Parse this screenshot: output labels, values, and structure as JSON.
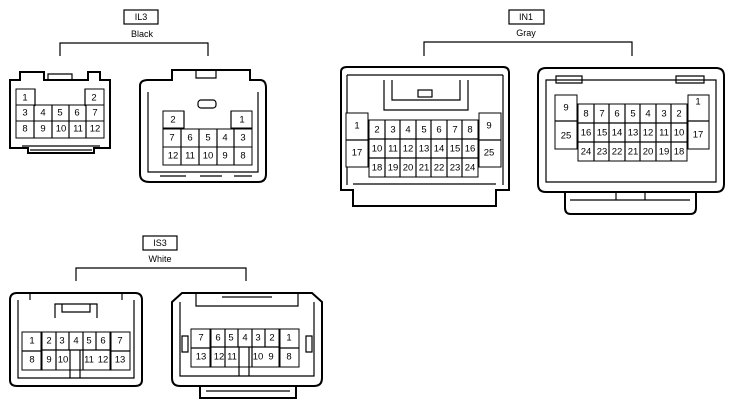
{
  "connectors": [
    {
      "id": "il3",
      "code": "IL3",
      "color": "Black",
      "female_pins": [
        [
          "1",
          "",
          "2"
        ],
        [
          "3",
          "4",
          "5",
          "6",
          "7"
        ],
        [
          "8",
          "9",
          "10",
          "11",
          "12"
        ]
      ],
      "male_pins": [
        [
          "2",
          "",
          "1"
        ],
        [
          "7",
          "6",
          "5",
          "4",
          "3"
        ],
        [
          "12",
          "11",
          "10",
          "9",
          "8"
        ]
      ]
    },
    {
      "id": "in1",
      "code": "IN1",
      "color": "Gray",
      "female_pins": [
        [
          "1",
          "17"
        ],
        [
          "2",
          "3",
          "4",
          "5",
          "6",
          "7",
          "8"
        ],
        [
          "10",
          "11",
          "12",
          "13",
          "14",
          "15",
          "16"
        ],
        [
          "18",
          "19",
          "20",
          "21",
          "22",
          "23",
          "24"
        ],
        [
          "9",
          "25"
        ]
      ],
      "male_pins": [
        [
          "9",
          "25"
        ],
        [
          "8",
          "7",
          "6",
          "5",
          "4",
          "3",
          "2"
        ],
        [
          "16",
          "15",
          "14",
          "13",
          "12",
          "11",
          "10"
        ],
        [
          "24",
          "23",
          "22",
          "21",
          "20",
          "19",
          "18"
        ],
        [
          "1",
          "17"
        ]
      ]
    },
    {
      "id": "is3",
      "code": "IS3",
      "color": "White",
      "female_pins": [
        [
          "1",
          "8"
        ],
        [
          "2",
          "3",
          "4",
          "5",
          "6"
        ],
        [
          "9",
          "10",
          "11",
          "12"
        ],
        [
          "7",
          "13"
        ]
      ],
      "male_pins": [
        [
          "7",
          "13"
        ],
        [
          "6",
          "5",
          "4",
          "3",
          "2"
        ],
        [
          "12",
          "11",
          "10",
          "9"
        ],
        [
          "1",
          "8"
        ]
      ]
    }
  ]
}
